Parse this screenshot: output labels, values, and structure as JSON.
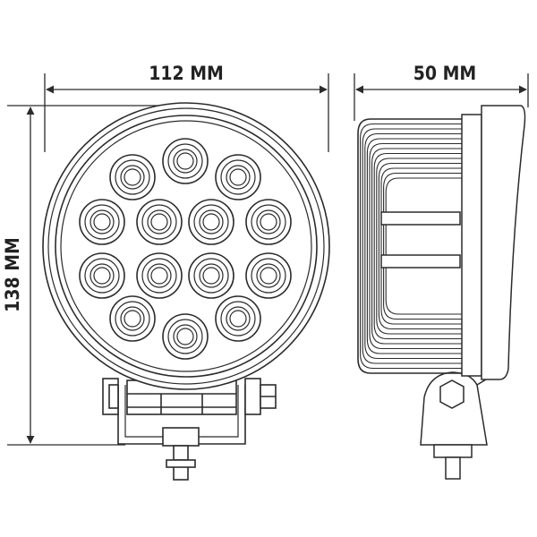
{
  "dimensions": {
    "width_label": "112 MM",
    "depth_label": "50 MM",
    "height_label": "138 MM"
  },
  "colors": {
    "line": "#2b2b2b",
    "background": "#ffffff"
  },
  "front_view": {
    "led_count": 14
  },
  "side_view": {
    "fin_count": 13
  }
}
